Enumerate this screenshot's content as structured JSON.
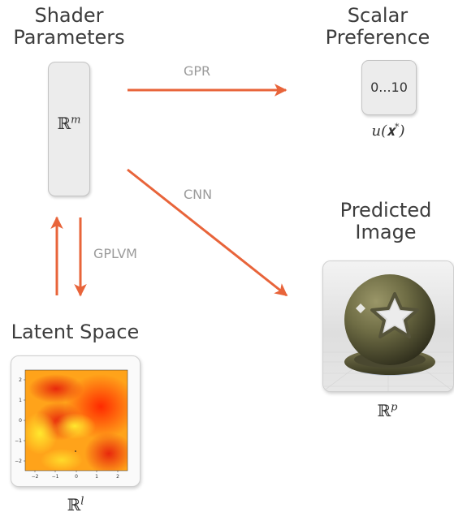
{
  "nodes": {
    "shader_parameters": {
      "title_line1": "Shader",
      "title_line2": "Parameters",
      "space": "ℝ",
      "space_exp": "m"
    },
    "scalar_preference": {
      "title_line1": "Scalar",
      "title_line2": "Preference",
      "range": "0...10",
      "function": "u(𝐱",
      "function_sup": "*",
      "function_close": ")"
    },
    "predicted_image": {
      "title_line1": "Predicted",
      "title_line2": "Image",
      "space": "ℝ",
      "space_exp": "p"
    },
    "latent_space": {
      "title": "Latent Space",
      "space": "ℝ",
      "space_exp": "l",
      "x_ticks": [
        "−2",
        "−1",
        "0",
        "1",
        "2"
      ],
      "y_ticks": [
        "2",
        "1",
        "0",
        "−1",
        "−2"
      ]
    }
  },
  "edges": {
    "gpr": "GPR",
    "cnn": "CNN",
    "gplvm": "GPLVM"
  },
  "colors": {
    "arrow": "#e8643a",
    "label": "#9b9b9b",
    "text": "#3d3d3d"
  }
}
